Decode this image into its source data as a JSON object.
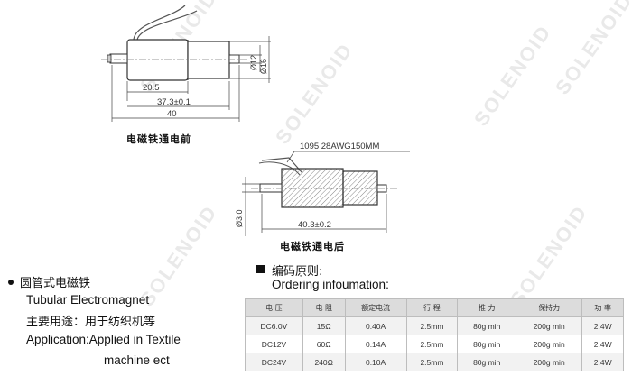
{
  "drawing_front": {
    "dim_dia_12": "Ø12",
    "dim_dia_16": "Ø16",
    "dim_20_5": "20.5",
    "dim_37_3": "37.3±0.1",
    "dim_40": "40",
    "caption": "电磁铁通电前"
  },
  "drawing_back": {
    "wire_label": "1095 28AWG150MM",
    "dim_dia_3": "Ø3.0",
    "dim_40_3": "40.3±0.2",
    "caption": "电磁铁通电后"
  },
  "product": {
    "name_cn": "圆管式电磁铁",
    "name_en": "Tubular  Electromagnet",
    "use_cn": "主要用途：用于纺织机等",
    "use_en_line1": "Application:Applied in Textile",
    "use_en_line2": "machine ect"
  },
  "ordering": {
    "title_cn": "编码原则:",
    "title_en": "Ordering infoumation:"
  },
  "spec_table": {
    "headers": [
      "电  压",
      "电  阻",
      "额定电流",
      "行  程",
      "推  力",
      "保持力",
      "功  率"
    ],
    "rows": [
      [
        "DC6.0V",
        "15Ω",
        "0.40A",
        "2.5mm",
        "80g min",
        "200g min",
        "2.4W"
      ],
      [
        "DC12V",
        "60Ω",
        "0.14A",
        "2.5mm",
        "80g min",
        "200g min",
        "2.4W"
      ],
      [
        "DC24V",
        "240Ω",
        "0.10A",
        "2.5mm",
        "80g min",
        "200g min",
        "2.4W"
      ]
    ]
  },
  "watermark": "SOLENOID"
}
